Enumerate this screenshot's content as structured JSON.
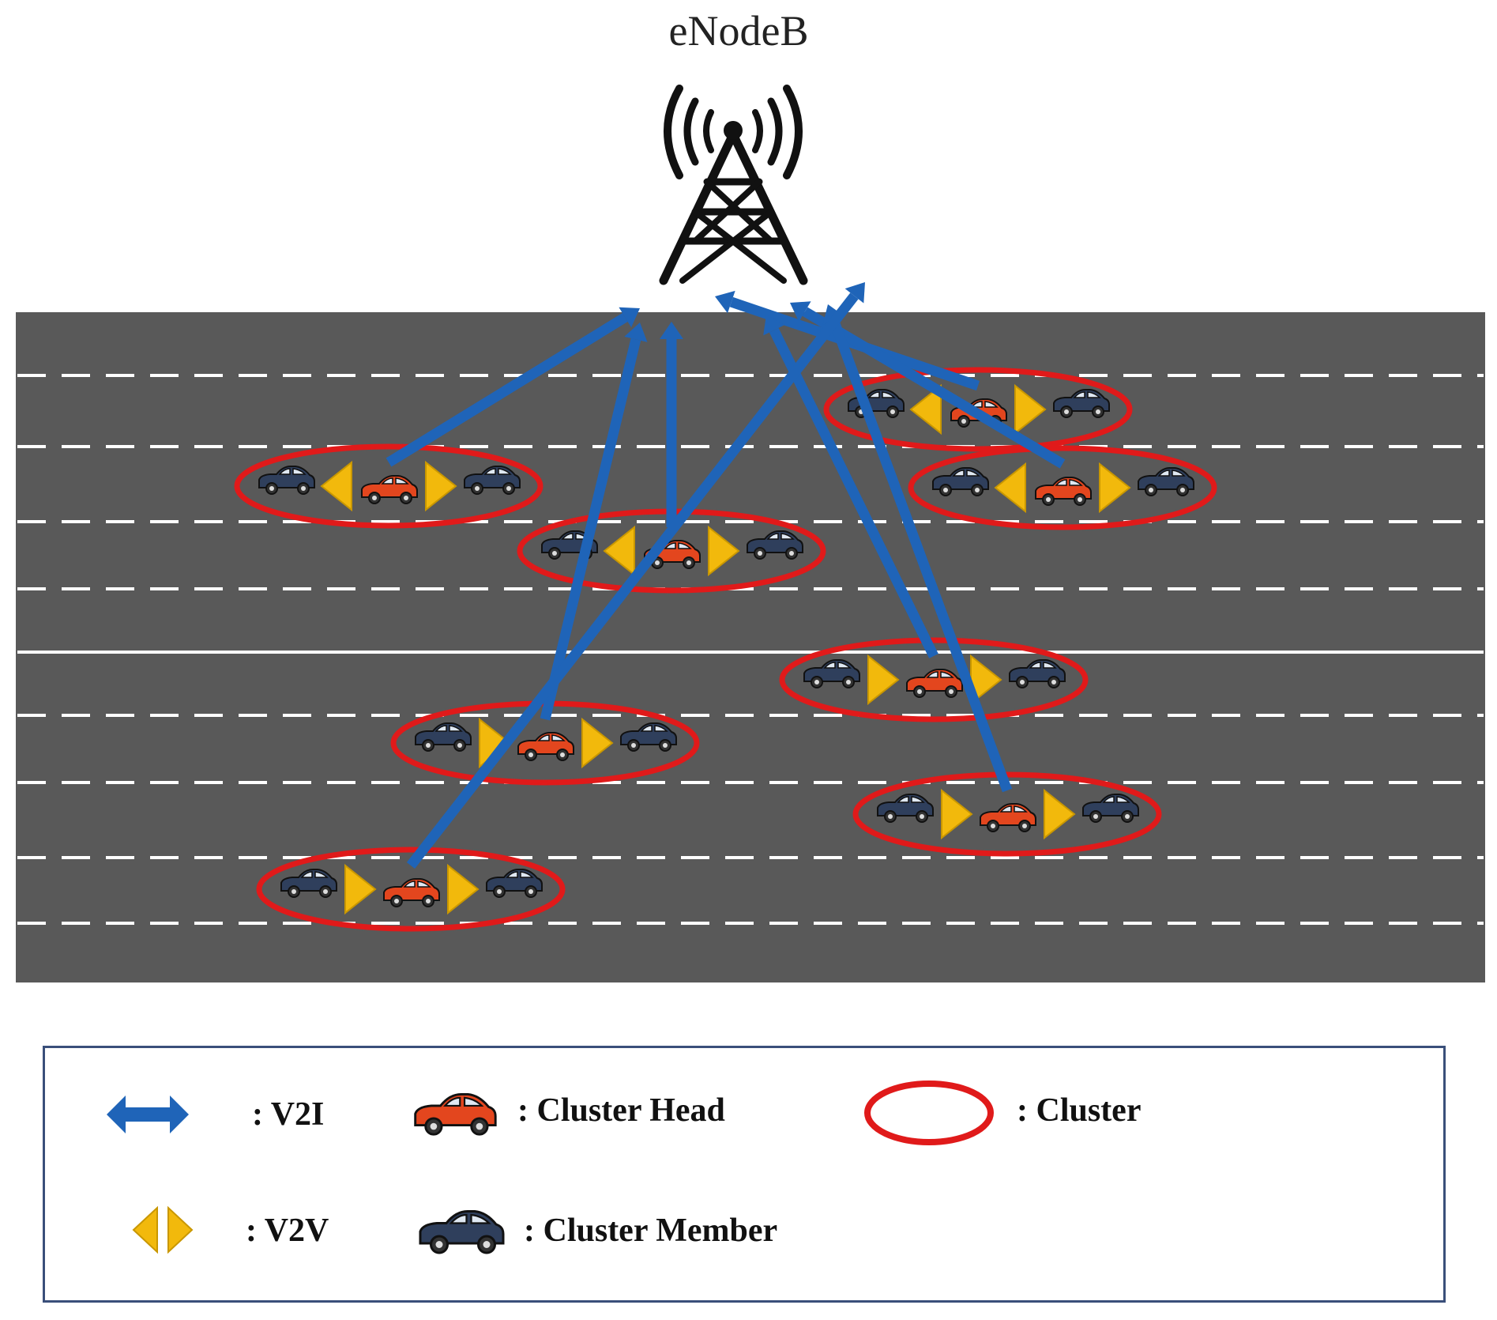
{
  "title": "eNodeB",
  "colors": {
    "road": "#595959",
    "lane_marking": "#ffffff",
    "v2i_arrow": "#1f64b8",
    "v2v_arrow": "#f2b90c",
    "cluster_ring": "#e01a1a",
    "cluster_head_car": "#e3461e",
    "cluster_member_car": "#2f3f5c"
  },
  "icons": {
    "base_station": "cell-tower-icon",
    "cluster_head": "red-car-icon",
    "cluster_member": "navy-car-icon"
  },
  "clusters": [
    {
      "id": 1,
      "v2v_direction": "inward"
    },
    {
      "id": 2,
      "v2v_direction": "inward"
    },
    {
      "id": 3,
      "v2v_direction": "inward"
    },
    {
      "id": 4,
      "v2v_direction": "inward"
    },
    {
      "id": 5,
      "v2v_direction": "forward"
    },
    {
      "id": 6,
      "v2v_direction": "forward"
    },
    {
      "id": 7,
      "v2v_direction": "forward"
    },
    {
      "id": 8,
      "v2v_direction": "forward"
    }
  ],
  "legend": {
    "v2i": ": V2I",
    "v2v": ": V2V",
    "cluster_head": ": Cluster Head",
    "cluster_member": ": Cluster Member",
    "cluster": ": Cluster"
  }
}
